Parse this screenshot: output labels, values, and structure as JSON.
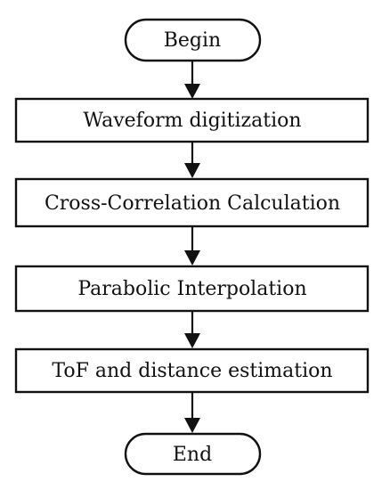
{
  "flowchart": {
    "nodes": [
      {
        "id": "begin",
        "shape": "terminal",
        "label": "Begin"
      },
      {
        "id": "step1",
        "shape": "process",
        "label": "Waveform digitization"
      },
      {
        "id": "step2",
        "shape": "process",
        "label": "Cross-Correlation Calculation"
      },
      {
        "id": "step3",
        "shape": "process",
        "label": "Parabolic Interpolation"
      },
      {
        "id": "step4",
        "shape": "process",
        "label": "ToF and distance estimation"
      },
      {
        "id": "end",
        "shape": "terminal",
        "label": "End"
      }
    ],
    "edges": [
      {
        "from": "begin",
        "to": "step1"
      },
      {
        "from": "step1",
        "to": "step2"
      },
      {
        "from": "step2",
        "to": "step3"
      },
      {
        "from": "step3",
        "to": "step4"
      },
      {
        "from": "step4",
        "to": "end"
      }
    ],
    "colors": {
      "stroke": "#111111",
      "fill": "#ffffff",
      "text": "#111111"
    }
  }
}
